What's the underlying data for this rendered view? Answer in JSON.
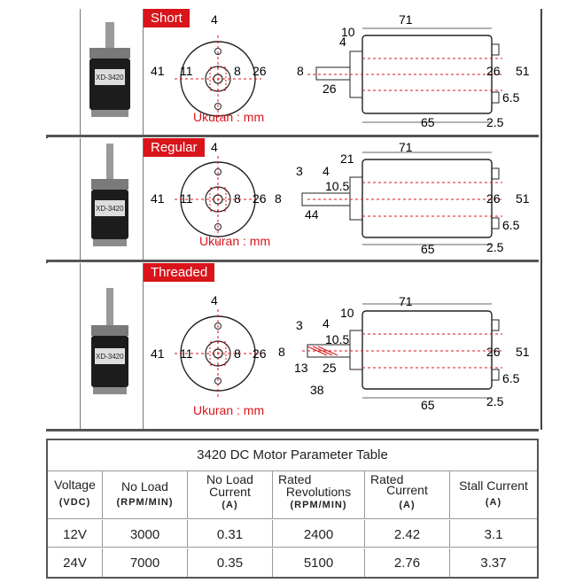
{
  "variants": [
    {
      "tag": "Short",
      "unit_note": "Ukuran : mm",
      "front": {
        "top": "4",
        "left": "41",
        "inner": "11",
        "mid": "8",
        "right": "26"
      },
      "side": {
        "length": "71",
        "shaft_d": "8",
        "top_left": "4",
        "top_inner": "10",
        "shaft_len": "26",
        "height": "26",
        "outer": "51",
        "term": "6.5",
        "body": "65",
        "end": "2.5"
      }
    },
    {
      "tag": "Regular",
      "unit_note": "Ukuran : mm",
      "front": {
        "top": "4",
        "left": "41",
        "inner": "11",
        "mid": "8",
        "right": "26"
      },
      "side": {
        "length": "71",
        "shaft_d": "8",
        "top_left": "4",
        "top_inner": "21",
        "flat": "3",
        "boss": "10.5",
        "shaft_len": "44",
        "height": "26",
        "outer": "51",
        "term": "6.5",
        "body": "65",
        "end": "2.5"
      }
    },
    {
      "tag": "Threaded",
      "unit_note": "Ukuran : mm",
      "front": {
        "top": "4",
        "left": "41",
        "inner": "11",
        "mid": "8",
        "right": "26"
      },
      "side": {
        "length": "71",
        "shaft_d": "8",
        "top_left": "4",
        "top_inner": "10",
        "flat": "3",
        "boss": "10.5",
        "thread": "13",
        "flat_len": "25",
        "shaft_len": "38",
        "height": "26",
        "outer": "51",
        "term": "6.5",
        "body": "65",
        "end": "2.5"
      }
    }
  ],
  "motor_label": "XD-3420",
  "table": {
    "title": "3420 DC Motor Parameter Table",
    "headers": [
      {
        "line1": "Voltage",
        "line2": "(VDC)"
      },
      {
        "line1": "No Load",
        "line2": "(RPM/MIN)"
      },
      {
        "line1": "No Load",
        "line1b": "Current",
        "line2": "(A)"
      },
      {
        "line1": "Rated",
        "line1b": "Revolutions",
        "line2": "(RPM/MIN)"
      },
      {
        "line1": "Rated",
        "line1b": "Current",
        "line2": "(A)"
      },
      {
        "line1": "Stall Current",
        "line2": "(A)"
      }
    ],
    "rows": [
      [
        "12V",
        "3000",
        "0.31",
        "2400",
        "2.42",
        "3.1"
      ],
      [
        "24V",
        "7000",
        "0.35",
        "5100",
        "2.76",
        "3.37"
      ]
    ]
  }
}
